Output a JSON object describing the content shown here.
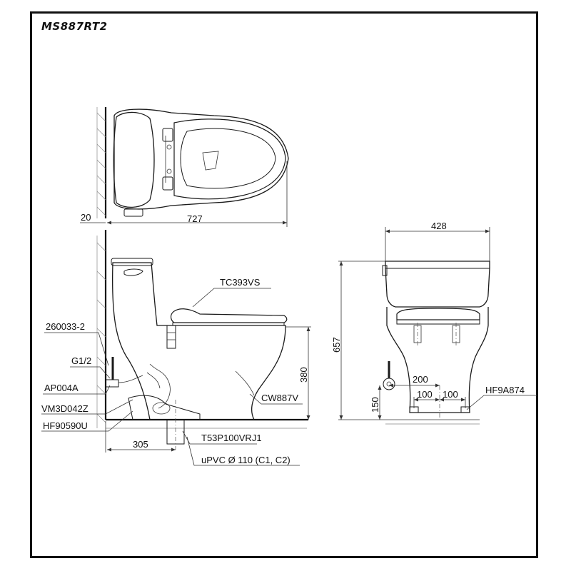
{
  "model": "MS887RT2",
  "parts": {
    "seat": "TC393VS",
    "bowl": "CW887V",
    "p260033": "260033-2",
    "g12": "G1/2",
    "ap004a": "AP004A",
    "vm3d042z": "VM3D042Z",
    "hf90590u": "HF90590U",
    "t53": "T53P100VRJ1",
    "upvc": "uPVC Ø 110 (C1, C2)",
    "hf9a874": "HF9A874"
  },
  "dimensions": {
    "wall_gap": "20",
    "length": "727",
    "width": "428",
    "height": "657",
    "rim_height": "380",
    "rough_in": "305",
    "supply_offset": "200",
    "supply_height": "150",
    "bolt_left": "100",
    "bolt_right": "100"
  }
}
